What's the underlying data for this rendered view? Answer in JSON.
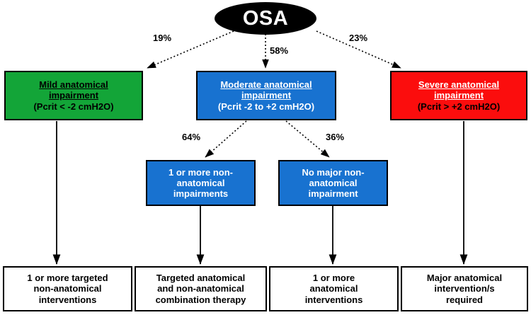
{
  "diagram": {
    "root": {
      "label": "OSA"
    },
    "percent_labels": [
      {
        "id": "pct-mild",
        "text": "19%"
      },
      {
        "id": "pct-moderate",
        "text": "58%"
      },
      {
        "id": "pct-severe",
        "text": "23%"
      },
      {
        "id": "pct-nonanatomical",
        "text": "64%"
      },
      {
        "id": "pct-no-major",
        "text": "36%"
      }
    ],
    "severity_nodes": [
      {
        "id": "mild",
        "title": "Mild  anatomical",
        "title2": "impairment",
        "detail": "(Pcrit < -2 cmH2O)",
        "color": "#13a538"
      },
      {
        "id": "moderate",
        "title": "Moderate anatomical",
        "title2": "impairment",
        "detail": "(Pcrit -2 to +2 cmH2O)",
        "color": "#1872d0"
      },
      {
        "id": "severe",
        "title": "Severe anatomical",
        "title2": "impairment",
        "detail": "(Pcrit > +2 cmH2O)",
        "color": "#fb0d0d"
      }
    ],
    "mid_nodes": [
      {
        "id": "one-or-more-non-anatomical",
        "line1": "1 or more non-",
        "line2": "anatomical",
        "line3": "impairments"
      },
      {
        "id": "no-major-non-anatomical",
        "line1": "No major non-",
        "line2": "anatomical",
        "line3": "impairment"
      }
    ],
    "outcome_nodes": [
      {
        "id": "targeted-non-anatomical-interventions",
        "line1": "1 or more targeted",
        "line2": "non-anatomical",
        "line3": "interventions"
      },
      {
        "id": "combination-therapy",
        "line1": "Targeted anatomical",
        "line2": "and non-anatomical",
        "line3": "combination therapy"
      },
      {
        "id": "anatomical-interventions",
        "line1": "1 or more",
        "line2": "anatomical",
        "line3": "interventions"
      },
      {
        "id": "major-anatomical-intervention",
        "line1": "Major anatomical",
        "line2": "intervention/s",
        "line3": "required"
      }
    ]
  }
}
